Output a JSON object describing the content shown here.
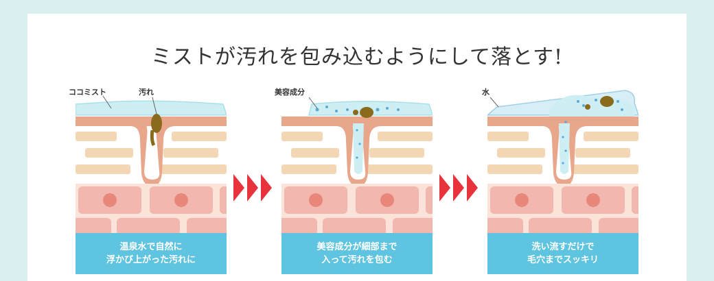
{
  "title": "ミストが汚れを包み込むようにして落とす!",
  "panels": [
    {
      "labels": [
        "ココミスト",
        "汚れ"
      ],
      "caption": [
        "温泉水で自然に",
        "浮かび上がった汚れに"
      ]
    },
    {
      "labels": [
        "美容成分"
      ],
      "caption": [
        "美容成分が細部まで",
        "入って汚れを包む"
      ]
    },
    {
      "labels": [
        "水"
      ],
      "caption": [
        "洗い流すだけで",
        "毛穴までスッキリ"
      ]
    }
  ],
  "colors": {
    "caption_bg": "#5fc4df",
    "arrow": "#e8323c",
    "skin": "#e8a68a",
    "brick": "#f3d7b4",
    "cell": "#f2b8b0",
    "nucleus": "#e8877a",
    "mist": "#bfe7ef",
    "dirt": "#8a6a1c"
  }
}
